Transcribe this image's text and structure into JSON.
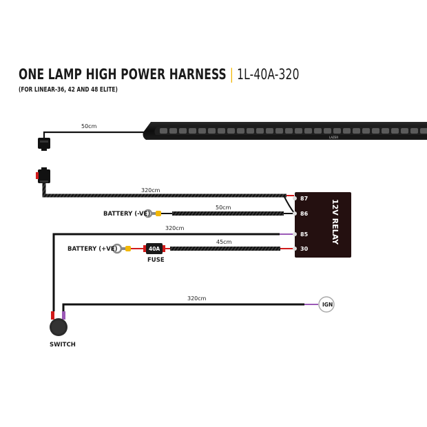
{
  "header": {
    "title": "ONE LAMP HIGH POWER HARNESS",
    "separator": "|",
    "part_code": "1L-40A-320",
    "subtitle": "(FOR LINEAR-36, 42 AND 48 ELITE)"
  },
  "cable_lengths": {
    "lamp_lead": "50cm",
    "main_run": "320cm",
    "battery_negative": "50cm",
    "relay_85_lead": "320cm",
    "battery_positive": "45cm",
    "ignition_lead": "320cm"
  },
  "labels": {
    "battery_negative": "BATTERY (-VE)",
    "battery_positive": "BATTERY (+VE)",
    "fuse_rating": "40A",
    "fuse": "FUSE",
    "relay": "12V RELAY",
    "ignition": "IGN",
    "switch": "SWITCH",
    "lamp_brand": "LAZER"
  },
  "relay_pins": [
    "87",
    "86",
    "85",
    "30"
  ],
  "colors": {
    "accent": "#f2b705",
    "wire_positive": "#d11a1a",
    "wire_ignition": "#9b59b6",
    "wire_black": "#111111",
    "relay_body": "#241010",
    "fuse_body": "#1a1a1a",
    "terminal": "#f2b705"
  }
}
